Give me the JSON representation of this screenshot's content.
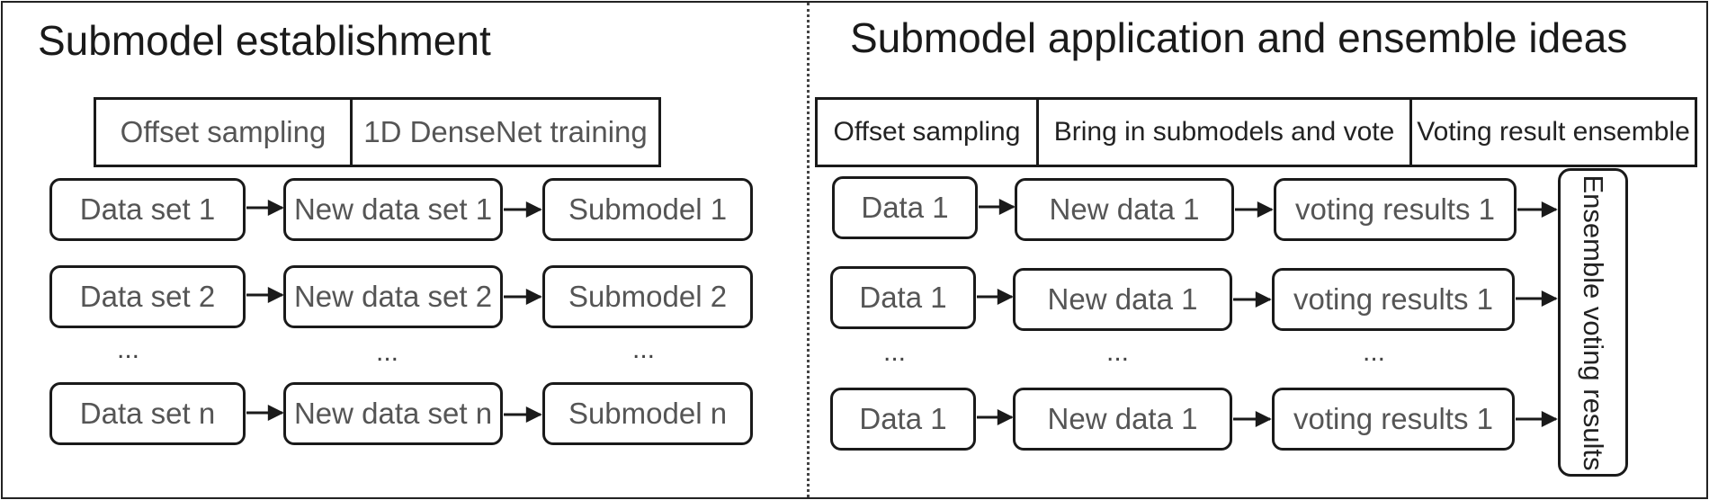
{
  "left": {
    "title": "Submodel establishment",
    "header": [
      "Offset sampling",
      "1D DenseNet training"
    ],
    "rows": [
      [
        "Data set 1",
        "New data set 1",
        "Submodel 1"
      ],
      [
        "Data set 2",
        "New data set 2",
        "Submodel 2"
      ],
      [
        "Data set n",
        "New data set n",
        "Submodel n"
      ]
    ],
    "ellipsis": "..."
  },
  "right": {
    "title": "Submodel application and ensemble ideas",
    "header": [
      "Offset sampling",
      "Bring in submodels and vote",
      "Voting result ensemble"
    ],
    "rows": [
      [
        "Data 1",
        "New data 1",
        "voting results 1"
      ],
      [
        "Data 1",
        "New data 1",
        "voting results 1"
      ],
      [
        "Data 1",
        "New data 1",
        "voting results 1"
      ]
    ],
    "ellipsis": "...",
    "ensemble_label": "Ensemble voting results"
  }
}
